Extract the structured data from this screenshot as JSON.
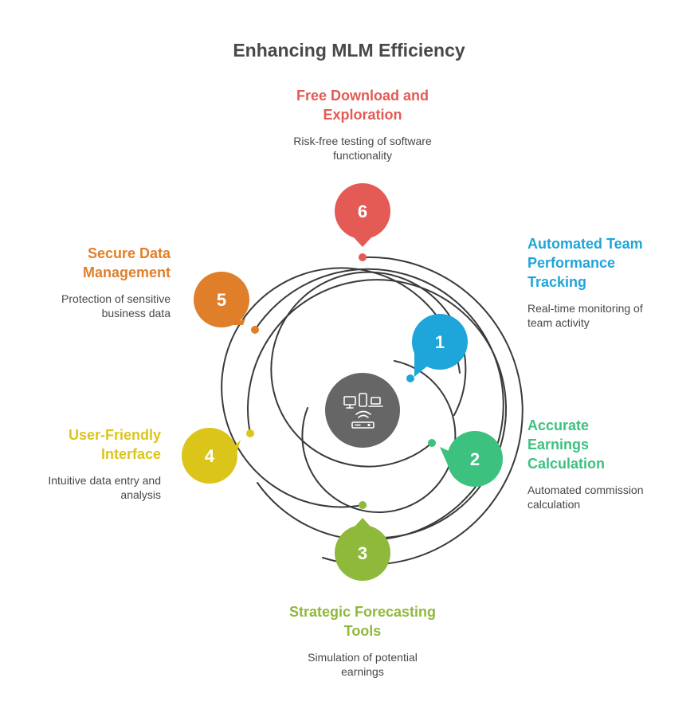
{
  "title": "Enhancing MLM Efficiency",
  "center_icon": "devices-wifi-icon",
  "items": [
    {
      "number": "1",
      "heading": "Automated Team Performance Tracking",
      "description": "Real-time monitoring of team activity",
      "color": "#1ea5d9"
    },
    {
      "number": "2",
      "heading": "Accurate Earnings Calculation",
      "description": "Automated commission calculation",
      "color": "#3cc17f"
    },
    {
      "number": "3",
      "heading": "Strategic Forecasting Tools",
      "description": "Simulation of potential earnings",
      "color": "#8eb93b"
    },
    {
      "number": "4",
      "heading": "User-Friendly Interface",
      "description": "Intuitive data entry and analysis",
      "color": "#dcc51a"
    },
    {
      "number": "5",
      "heading": "Secure Data Management",
      "description": "Protection of sensitive business data",
      "color": "#df7f2a"
    },
    {
      "number": "6",
      "heading": "Free Download and Exploration",
      "description": "Risk-free testing of software functionality",
      "color": "#e45a55"
    }
  ]
}
